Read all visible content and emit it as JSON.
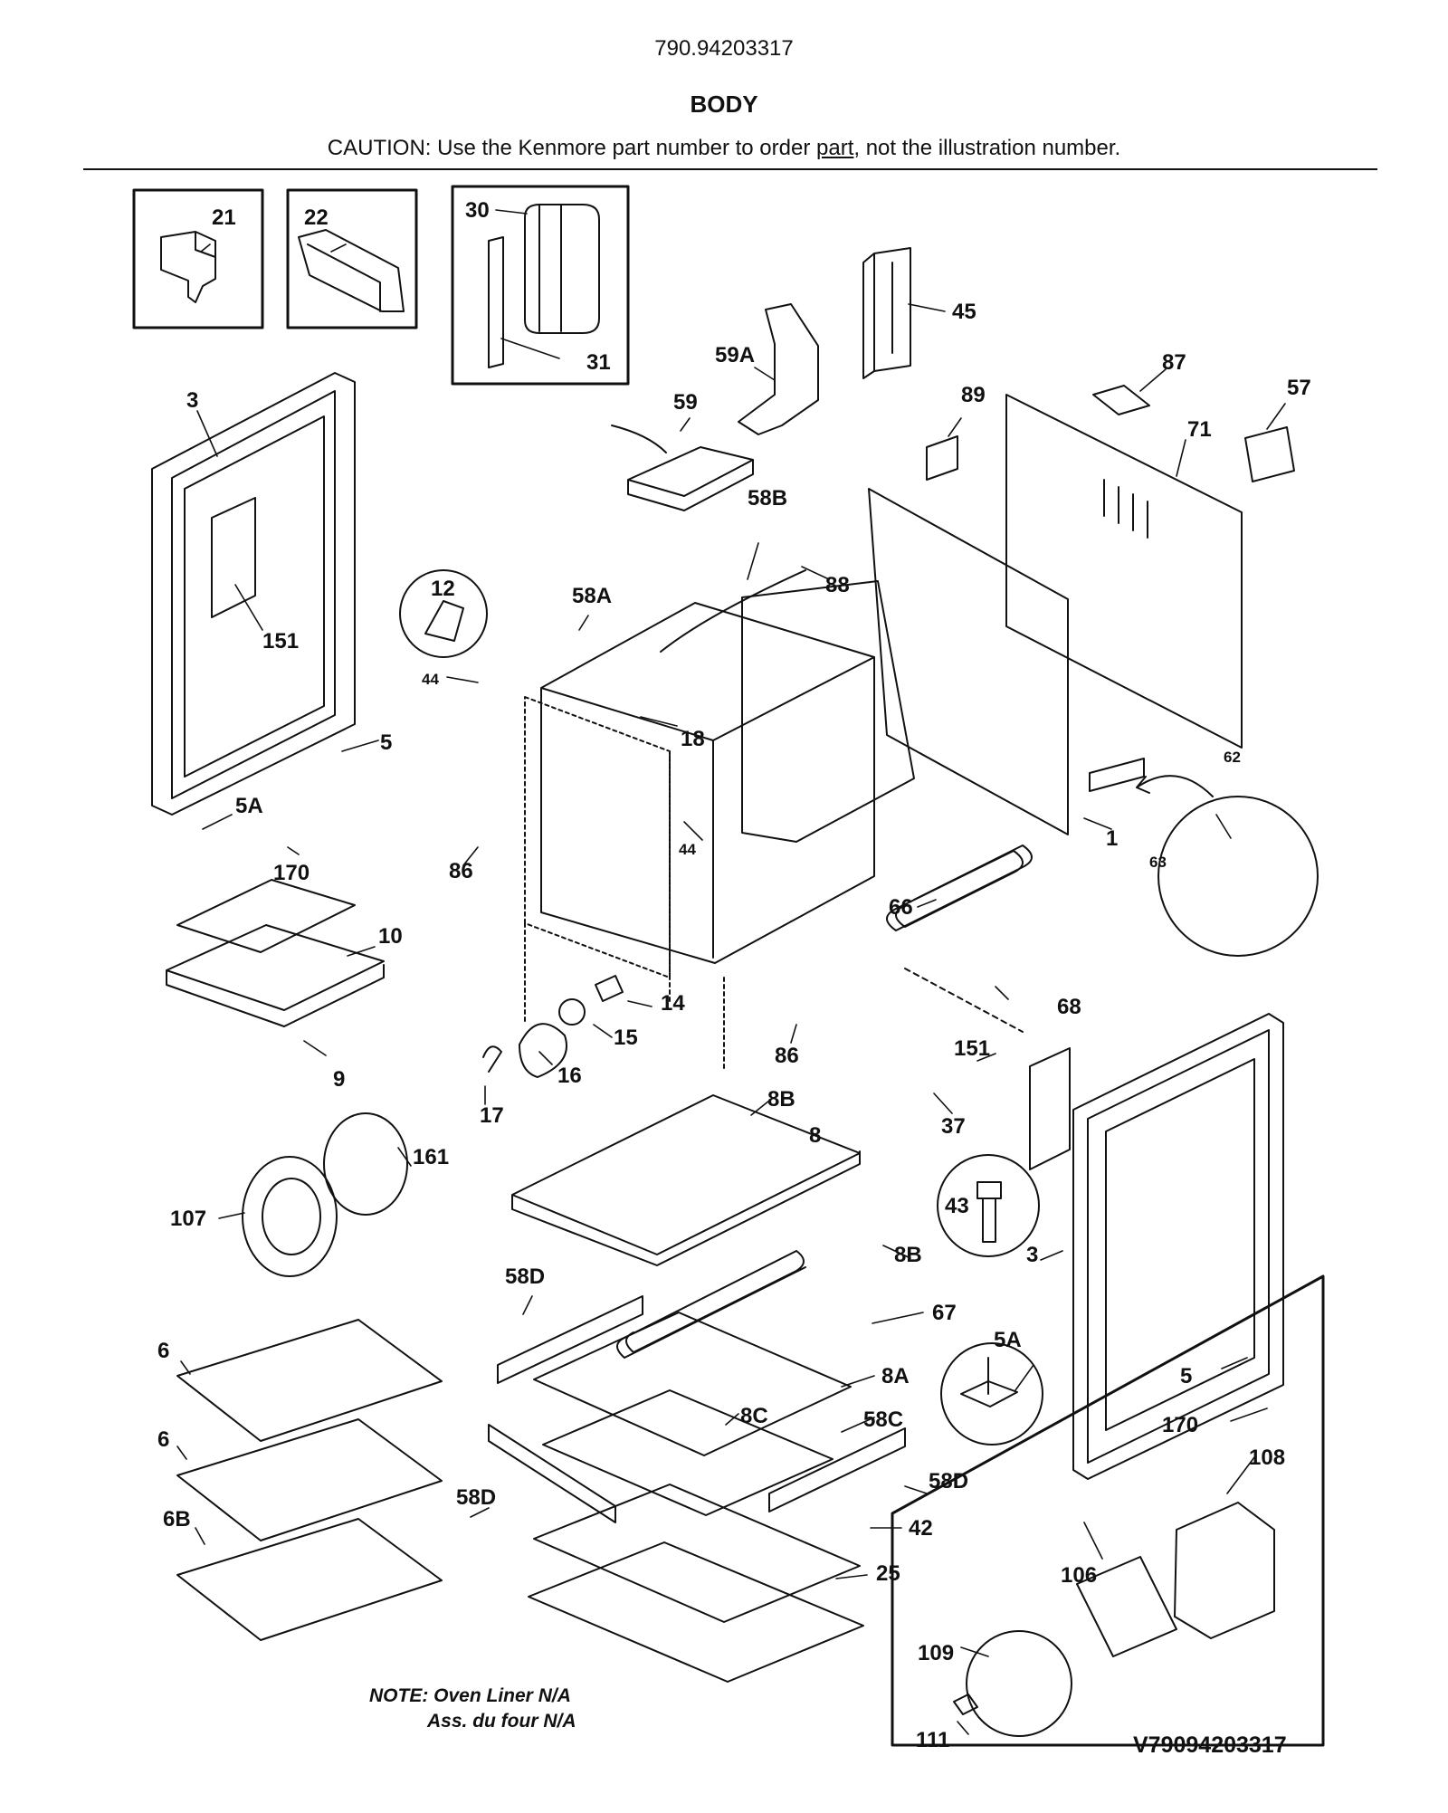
{
  "header": {
    "model": "790.94203317",
    "title": "BODY",
    "caution_pre": "CAUTION: Use the Kenmore part number to order ",
    "caution_link": "part",
    "caution_post": ", not the illustration number."
  },
  "callouts": {
    "c21": "21",
    "c22": "22",
    "c30": "30",
    "c31": "31",
    "c45": "45",
    "c59a": "59A",
    "c59": "59",
    "c89": "89",
    "c87": "87",
    "c57": "57",
    "c71": "71",
    "c3a": "3",
    "c151a": "151",
    "c12": "12",
    "c44a": "44",
    "c58a": "58A",
    "c58b": "58B",
    "c88": "88",
    "c18": "18",
    "c5a": "5",
    "c5Aa": "5A",
    "c170a": "170",
    "c86a": "86",
    "c44b": "44",
    "c1": "1",
    "c62": "62",
    "c63": "63",
    "c66": "66",
    "c10": "10",
    "c9": "9",
    "c14": "14",
    "c15": "15",
    "c16": "16",
    "c17": "17",
    "c86b": "86",
    "c68": "68",
    "c151b": "151",
    "c8b1": "8B",
    "c37": "37",
    "c8": "8",
    "c161": "161",
    "c107": "107",
    "c43": "43",
    "c8b2": "8B",
    "c3b": "3",
    "c58d1": "58D",
    "c67": "67",
    "c6a": "6",
    "c5Ab": "5A",
    "c5b": "5",
    "c8a": "8A",
    "c170b": "170",
    "c6b": "6",
    "c8c": "8C",
    "c58c": "58C",
    "c58d2": "58D",
    "c58d3": "58D",
    "c108": "108",
    "c6B": "6B",
    "c42": "42",
    "c106": "106",
    "c25": "25",
    "c109": "109",
    "c111": "111"
  },
  "notes": {
    "line1": "NOTE: Oven Liner N/A",
    "line2": "Ass. du four N/A"
  },
  "drawing_number": "V79094203317"
}
